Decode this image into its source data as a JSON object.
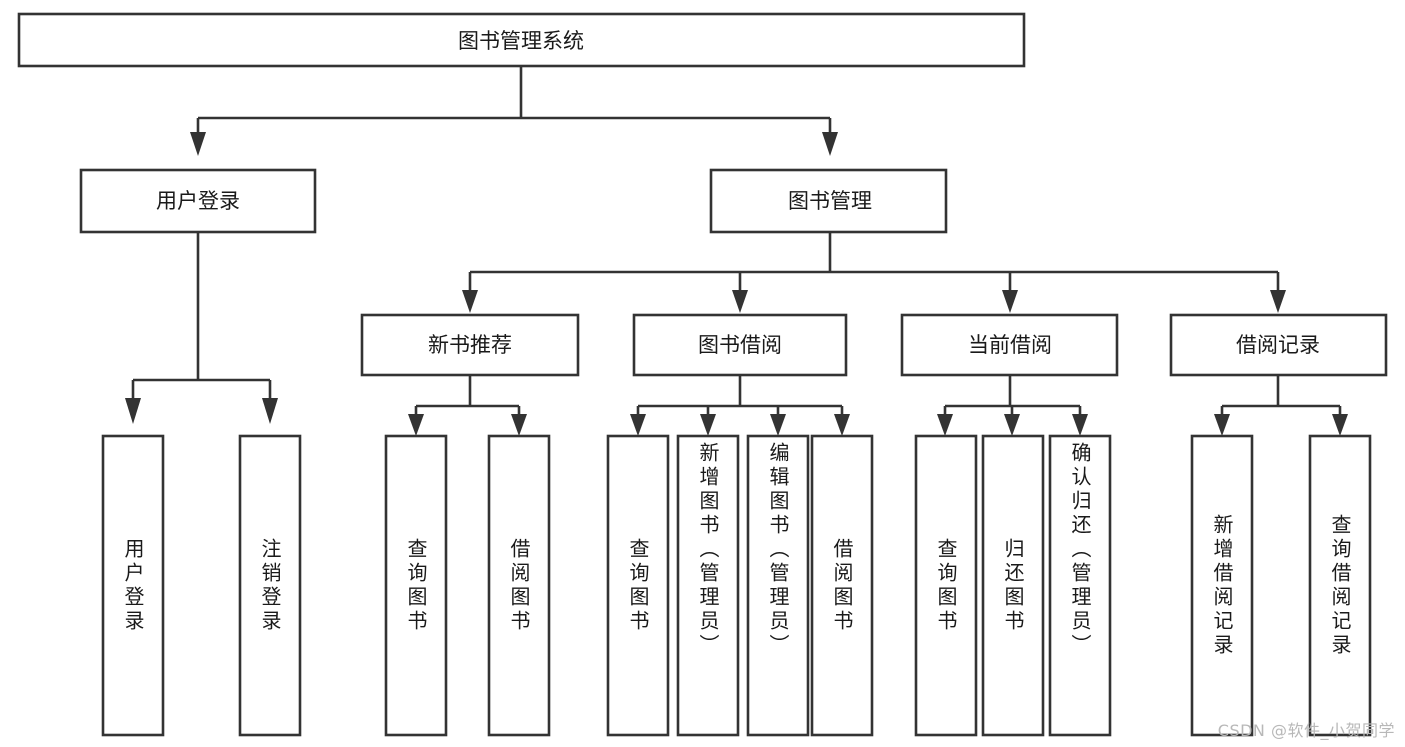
{
  "diagram": {
    "title": "图书管理系统",
    "type": "hierarchy-tree",
    "root": {
      "id": "root",
      "label": "图书管理系统",
      "orientation": "horizontal"
    },
    "level2": [
      {
        "id": "user-login",
        "label": "用户登录",
        "orientation": "horizontal"
      },
      {
        "id": "book-manage",
        "label": "图书管理",
        "orientation": "horizontal"
      }
    ],
    "level3": [
      {
        "id": "new-book-rec",
        "label": "新书推荐",
        "parent": "book-manage",
        "orientation": "horizontal"
      },
      {
        "id": "book-borrow",
        "label": "图书借阅",
        "parent": "book-manage",
        "orientation": "horizontal"
      },
      {
        "id": "current-borrow",
        "label": "当前借阅",
        "parent": "book-manage",
        "orientation": "horizontal"
      },
      {
        "id": "borrow-record",
        "label": "借阅记录",
        "parent": "book-manage",
        "orientation": "horizontal"
      }
    ],
    "leaves": [
      {
        "id": "leaf-user-login",
        "label": "用户登录",
        "parent": "user-login",
        "orientation": "vertical"
      },
      {
        "id": "leaf-logout",
        "label": "注销登录",
        "parent": "user-login",
        "orientation": "vertical"
      },
      {
        "id": "leaf-query-book-1",
        "label": "查询图书",
        "parent": "new-book-rec",
        "orientation": "vertical"
      },
      {
        "id": "leaf-borrow-book-1",
        "label": "借阅图书",
        "parent": "new-book-rec",
        "orientation": "vertical"
      },
      {
        "id": "leaf-query-book-2",
        "label": "查询图书",
        "parent": "book-borrow",
        "orientation": "vertical"
      },
      {
        "id": "leaf-add-book",
        "label": "新增图书（管理员）",
        "parent": "book-borrow",
        "orientation": "vertical"
      },
      {
        "id": "leaf-edit-book",
        "label": "编辑图书（管理员）",
        "parent": "book-borrow",
        "orientation": "vertical"
      },
      {
        "id": "leaf-borrow-book-2",
        "label": "借阅图书",
        "parent": "book-borrow",
        "orientation": "vertical"
      },
      {
        "id": "leaf-query-book-3",
        "label": "查询图书",
        "parent": "current-borrow",
        "orientation": "vertical"
      },
      {
        "id": "leaf-return-book",
        "label": "归还图书",
        "parent": "current-borrow",
        "orientation": "vertical"
      },
      {
        "id": "leaf-confirm-return",
        "label": "确认归还（管理员）",
        "parent": "current-borrow",
        "orientation": "vertical"
      },
      {
        "id": "leaf-add-record",
        "label": "新增借阅记录",
        "parent": "borrow-record",
        "orientation": "vertical"
      },
      {
        "id": "leaf-query-record",
        "label": "查询借阅记录",
        "parent": "borrow-record",
        "orientation": "vertical"
      }
    ]
  },
  "watermark": {
    "text": "CSDN @软件_小贺同学"
  },
  "colors": {
    "box_stroke": "#333333",
    "box_fill": "#ffffff",
    "text": "#1a1a1a",
    "background": "#ffffff",
    "watermark": "#b8b8b8"
  }
}
